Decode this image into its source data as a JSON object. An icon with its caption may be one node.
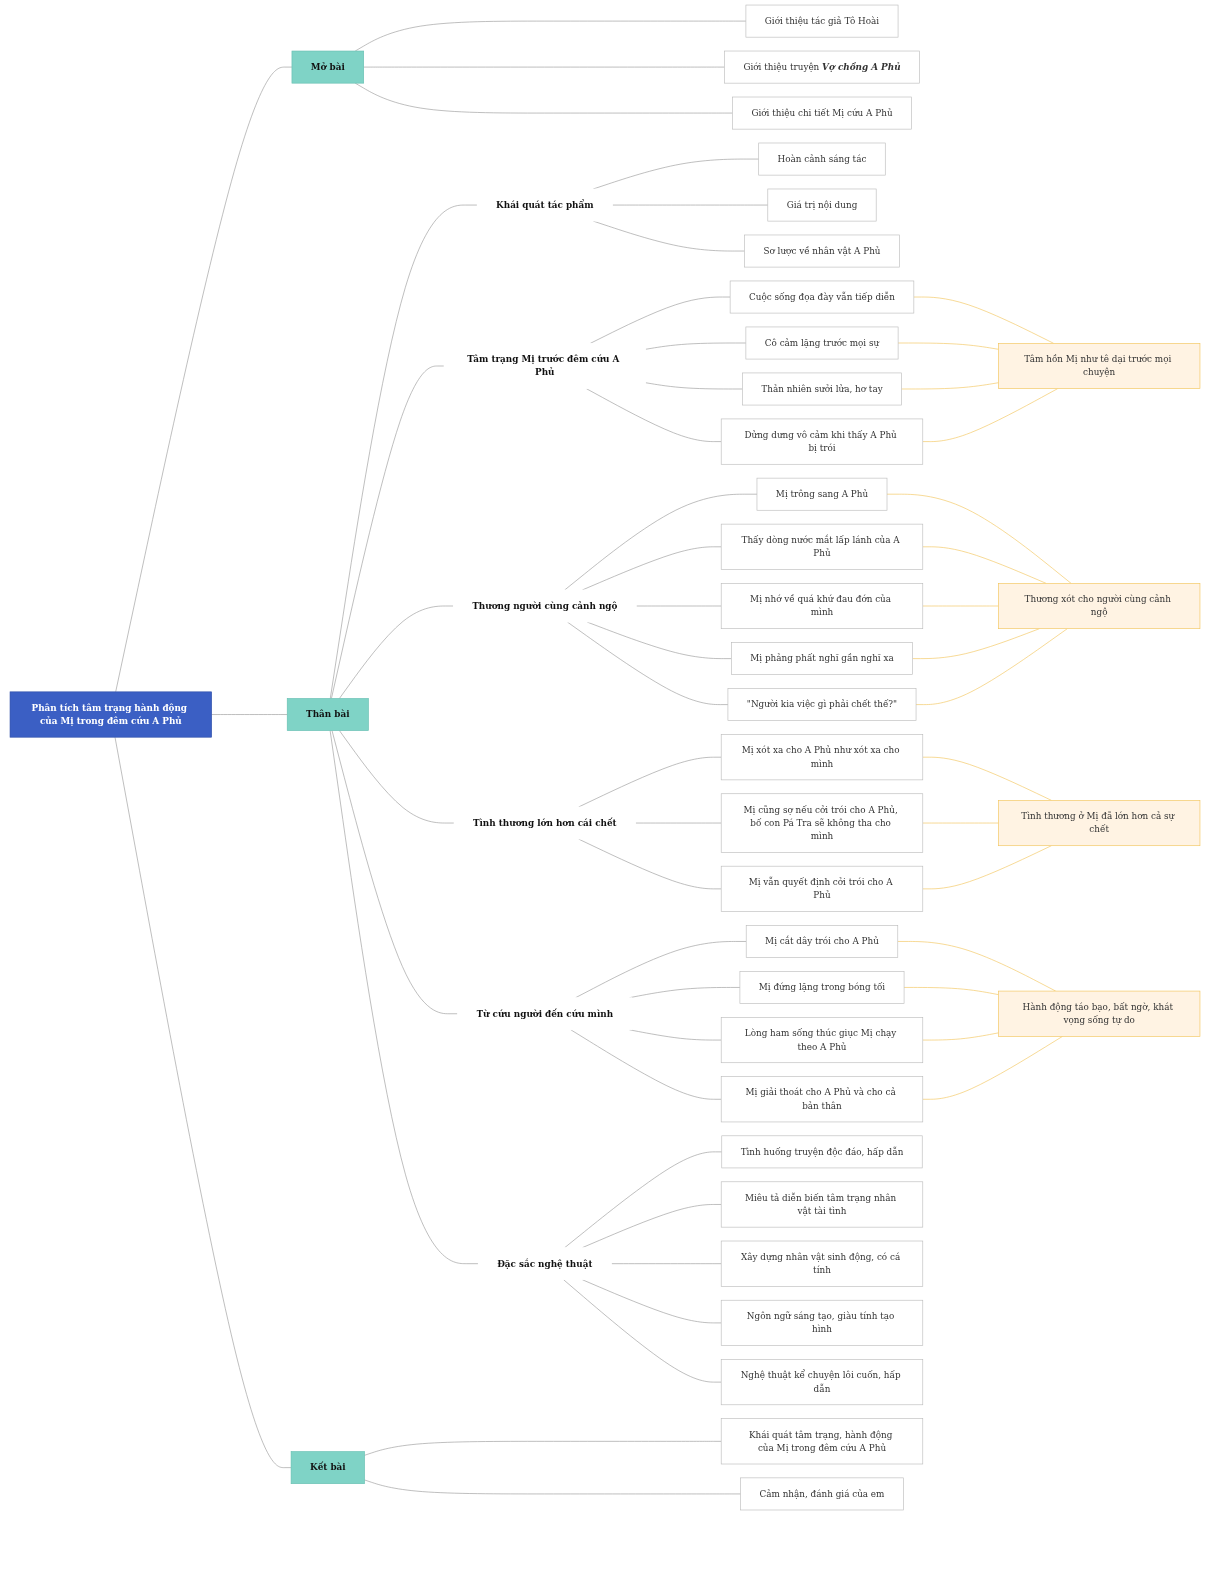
{
  "diagram": {
    "nodes": [
      {
        "text": [
          "Phân tích tâm trạng hành động của Mị trong đêm cứu A Phủ"
        ]
      },
      {
        "text": [
          "Mở bài"
        ]
      },
      {
        "text": [
          "Giới thiệu tác giả Tô Hoài"
        ]
      },
      {
        "text": [
          "Giới thiệu truyện *Vợ chồng A Phủ*"
        ]
      },
      {
        "text": [
          "Giới thiệu chi tiết Mị cứu A Phủ"
        ]
      },
      {
        "text": [
          "Thân bài"
        ]
      },
      {
        "text": [
          "Khái quát tác phẩm"
        ]
      },
      {
        "text": [
          "Hoàn cảnh sáng tác"
        ]
      },
      {
        "text": [
          "Giá trị nội dung"
        ]
      },
      {
        "text": [
          "Sơ lược về nhân vật A Phủ"
        ]
      },
      {
        "text": [
          "Tâm trạng Mị trước đêm cứu A Phủ"
        ]
      },
      {
        "text": [
          "Cuộc sống đọa đày vẫn tiếp diễn"
        ]
      },
      {
        "text": [
          "Cô cảm lặng trước mọi sự"
        ]
      },
      {
        "text": [
          "Thản nhiên sưởi lửa, hơ tay"
        ]
      },
      {
        "text": [
          "Dửng dưng vô cảm khi thấy A Phủ bị trói"
        ]
      },
      {
        "text": [
          "Tâm hồn Mị như tê dại trước mọi chuyện"
        ]
      },
      {
        "text": [
          "Thương người cùng cảnh ngộ"
        ]
      },
      {
        "text": [
          "Mị trông sang A Phủ"
        ]
      },
      {
        "text": [
          "Thấy dòng nước mắt lấp lánh của A Phủ"
        ]
      },
      {
        "text": [
          "Mị nhớ về quá khứ đau đớn của mình"
        ]
      },
      {
        "text": [
          "Mị phảng phất nghĩ gần nghĩ xa"
        ]
      },
      {
        "text": [
          "\"Người kia việc gì phải chết thế?\""
        ]
      },
      {
        "text": [
          "Thương xót cho người cùng cảnh ngộ"
        ]
      },
      {
        "text": [
          "Tình thương lớn hơn cái chết"
        ]
      },
      {
        "text": [
          "Mị xót xa cho A Phủ như xót xa cho mình"
        ]
      },
      {
        "text": [
          "Mị cũng sợ nếu cởi trói cho A Phủ, bố con Pá Tra sẽ không tha cho mình"
        ]
      },
      {
        "text": [
          "Mị vẫn quyết định cởi trói cho A Phủ"
        ]
      },
      {
        "text": [
          "Tình thương ở Mị đã lớn hơn cả sự chết"
        ]
      },
      {
        "text": [
          "Từ cứu người đến cứu mình"
        ]
      },
      {
        "text": [
          "Mị cắt dây trói cho A Phủ"
        ]
      },
      {
        "text": [
          "Mị đứng lặng trong bóng tối"
        ]
      },
      {
        "text": [
          "Lòng ham sống thúc giục Mị chạy theo A Phủ"
        ]
      },
      {
        "text": [
          "Mị giải thoát cho A Phủ và cho cả bản thân"
        ]
      },
      {
        "text": [
          "Hành động táo bạo, bất ngờ, khát vọng sống tự do"
        ]
      },
      {
        "text": [
          "Đặc sắc nghệ thuật"
        ]
      },
      {
        "text": [
          "Tình huống truyện độc đáo, hấp dẫn"
        ]
      },
      {
        "text": [
          "Miêu tả diễn biến tâm trạng nhân vật tài tình"
        ]
      },
      {
        "text": [
          "Xây dựng nhân vật sinh động, có cá tính"
        ]
      },
      {
        "text": [
          "Ngôn ngữ sáng tạo, giàu tính tạo hình"
        ]
      },
      {
        "text": [
          "Nghệ thuật kể chuyện lôi cuốn, hấp dẫn"
        ]
      },
      {
        "text": [
          "Kết bài"
        ]
      },
      {
        "text": [
          "Khái quát tâm trạng, hành động của Mị trong đêm cứu A Phủ"
        ]
      },
      {
        "text": [
          "Cảm nhận, đánh giá của em"
        ]
      }
    ],
    "edges": [
      {
        "from": 0,
        "to": 1,
        "arrow": "none"
      },
      {
        "from": 1,
        "to": 2,
        "arrow": "none"
      },
      {
        "from": 1,
        "to": 3,
        "arrow": "none"
      },
      {
        "from": 1,
        "to": 4,
        "arrow": "none"
      },
      {
        "from": 0,
        "to": 5,
        "arrow": "none"
      },
      {
        "from": 5,
        "to": 6,
        "arrow": "none"
      },
      {
        "from": 6,
        "to": 7,
        "arrow": "none"
      },
      {
        "from": 6,
        "to": 8,
        "arrow": "none"
      },
      {
        "from": 6,
        "to": 9,
        "arrow": "none"
      },
      {
        "from": 5,
        "to": 10,
        "arrow": "none"
      },
      {
        "from": 10,
        "to": 11,
        "arrow": "none"
      },
      {
        "from": 10,
        "to": 12,
        "arrow": "none"
      },
      {
        "from": 10,
        "to": 13,
        "arrow": "none"
      },
      {
        "from": 10,
        "to": 14,
        "arrow": "none"
      },
      {
        "from": 11,
        "to": 15,
        "arrow": "none",
        "color": "#f2c45a"
      },
      {
        "from": 12,
        "to": 15,
        "arrow": "none",
        "color": "#f2c45a"
      },
      {
        "from": 13,
        "to": 15,
        "arrow": "none",
        "color": "#f2c45a"
      },
      {
        "from": 14,
        "to": 15,
        "arrow": "none",
        "color": "#f2c45a"
      },
      {
        "from": 5,
        "to": 16,
        "arrow": "none"
      },
      {
        "from": 16,
        "to": 17,
        "arrow": "none"
      },
      {
        "from": 16,
        "to": 18,
        "arrow": "none"
      },
      {
        "from": 16,
        "to": 19,
        "arrow": "none"
      },
      {
        "from": 16,
        "to": 20,
        "arrow": "none"
      },
      {
        "from": 16,
        "to": 21,
        "arrow": "none"
      },
      {
        "from": 17,
        "to": 22,
        "arrow": "none",
        "color": "#f2c45a"
      },
      {
        "from": 18,
        "to": 22,
        "arrow": "none",
        "color": "#f2c45a"
      },
      {
        "from": 19,
        "to": 22,
        "arrow": "none",
        "color": "#f2c45a"
      },
      {
        "from": 20,
        "to": 22,
        "arrow": "none",
        "color": "#f2c45a"
      },
      {
        "from": 21,
        "to": 22,
        "arrow": "none",
        "color": "#f2c45a"
      },
      {
        "from": 5,
        "to": 23,
        "arrow": "none"
      },
      {
        "from": 23,
        "to": 24,
        "arrow": "none"
      },
      {
        "from": 23,
        "to": 25,
        "arrow": "none"
      },
      {
        "from": 23,
        "to": 26,
        "arrow": "none"
      },
      {
        "from": 24,
        "to": 27,
        "arrow": "none",
        "color": "#f2c45a"
      },
      {
        "from": 25,
        "to": 27,
        "arrow": "none",
        "color": "#f2c45a"
      },
      {
        "from": 26,
        "to": 27,
        "arrow": "none",
        "color": "#f2c45a"
      },
      {
        "from": 5,
        "to": 28,
        "arrow": "none"
      },
      {
        "from": 28,
        "to": 29,
        "arrow": "none"
      },
      {
        "from": 28,
        "to": 30,
        "arrow": "none"
      },
      {
        "from": 28,
        "to": 31,
        "arrow": "none"
      },
      {
        "from": 28,
        "to": 32,
        "arrow": "none"
      },
      {
        "from": 29,
        "to": 33,
        "arrow": "none",
        "color": "#f2c45a"
      },
      {
        "from": 30,
        "to": 33,
        "arrow": "none",
        "color": "#f2c45a"
      },
      {
        "from": 31,
        "to": 33,
        "arrow": "none",
        "color": "#f2c45a"
      },
      {
        "from": 32,
        "to": 33,
        "arrow": "none",
        "color": "#f2c45a"
      },
      {
        "from": 5,
        "to": 34,
        "arrow": "none"
      },
      {
        "from": 34,
        "to": 35,
        "arrow": "none"
      },
      {
        "from": 34,
        "to": 36,
        "arrow": "none"
      },
      {
        "from": 34,
        "to": 37,
        "arrow": "none"
      },
      {
        "from": 34,
        "to": 38,
        "arrow": "none"
      },
      {
        "from": 34,
        "to": 39,
        "arrow": "none"
      },
      {
        "from": 0,
        "to": 40,
        "arrow": "none"
      },
      {
        "from": 40,
        "to": 41,
        "arrow": "none"
      },
      {
        "from": 40,
        "to": 42,
        "arrow": "none"
      }
    ]
  }
}
